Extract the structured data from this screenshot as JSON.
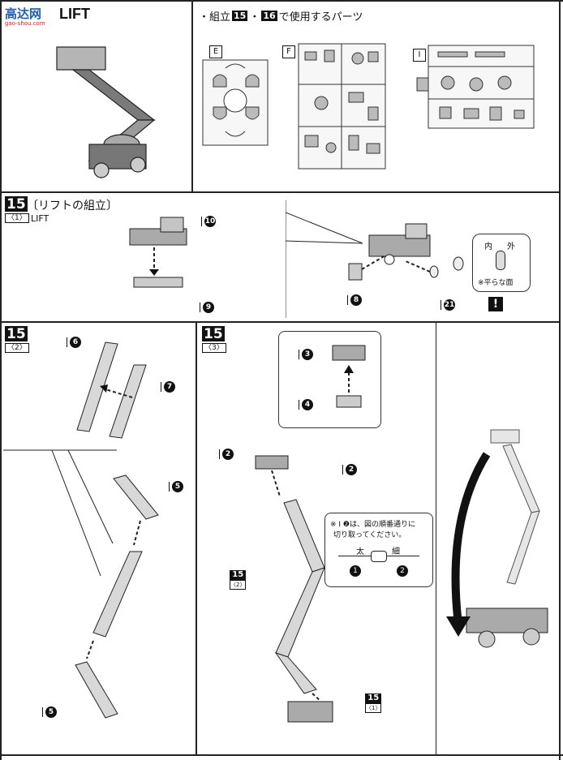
{
  "watermark": {
    "name": "高达网",
    "url": "gao-shou.com"
  },
  "header": {
    "title": "LIFT",
    "parts_used_label": "・組立",
    "parts_used_step_a": "15",
    "parts_used_sep": "・",
    "parts_used_step_b": "16",
    "parts_used_suffix": "で使用するパーツ",
    "runners": [
      "E",
      "F",
      "I"
    ]
  },
  "step15_1": {
    "step": "15",
    "title": "〔リフトの組立〕",
    "sub": "〈1〉",
    "sub_label": "LIFT",
    "parts": {
      "p10": "10",
      "p9": "9",
      "p8": "8",
      "p21": "21"
    },
    "inner_outer": {
      "inner": "内",
      "outer": "外"
    },
    "flat_note": "※平らな面",
    "caution": "!"
  },
  "step15_2": {
    "step": "15",
    "sub": "〈2〉",
    "parts": {
      "p6": "6",
      "p7": "7",
      "p5a": "5",
      "p5b": "5"
    }
  },
  "step15_3": {
    "step": "15",
    "sub": "〈3〉",
    "parts": {
      "p3": "3",
      "p4": "4",
      "p2a": "2",
      "p2b": "2"
    },
    "note_line1": "※ I ❷は、図の順番通りに",
    "note_line2": "切り取ってください。",
    "thick": "太",
    "thin": "細",
    "n1": "1",
    "n2": "2",
    "ref_2_step": "15",
    "ref_2_sub": "〈2〉",
    "ref_1_step": "15",
    "ref_1_sub": "〈1〉"
  }
}
